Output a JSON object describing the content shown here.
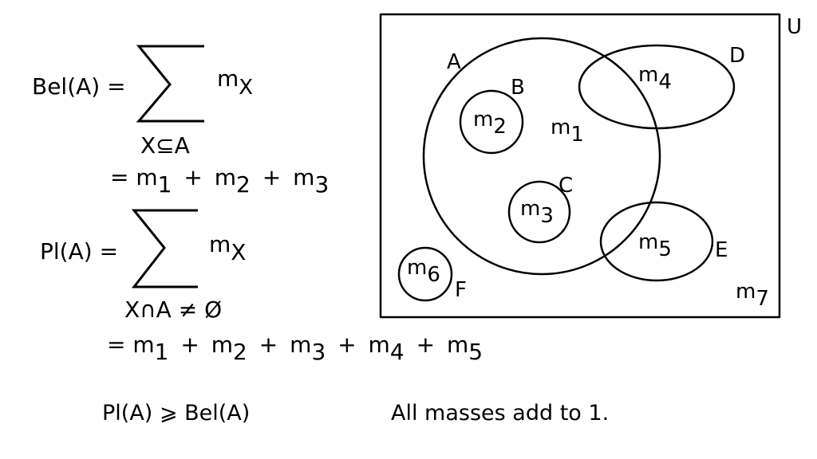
{
  "formulas": {
    "bel": {
      "lhs": "Bel(A) =",
      "summand": "m",
      "summand_sub": "X",
      "condition": "X⊆A",
      "expansion_prefix": "= ",
      "expansion_terms": [
        {
          "base": "m",
          "sub": "1"
        },
        {
          "base": "m",
          "sub": "2"
        },
        {
          "base": "m",
          "sub": "3"
        }
      ],
      "plus": "+"
    },
    "pl": {
      "lhs": "Pl(A) =",
      "summand": "m",
      "summand_sub": "X",
      "condition": "X∩A ≠ Ø",
      "expansion_prefix": "= ",
      "expansion_terms": [
        {
          "base": "m",
          "sub": "1"
        },
        {
          "base": "m",
          "sub": "2"
        },
        {
          "base": "m",
          "sub": "3"
        },
        {
          "base": "m",
          "sub": "4"
        },
        {
          "base": "m",
          "sub": "5"
        }
      ],
      "plus": "+"
    },
    "inequality": "Pl(A) ⩾  Bel(A)"
  },
  "note": "All masses add to 1.",
  "venn": {
    "universe_label": "U",
    "set_labels": {
      "A": "A",
      "B": "B",
      "C": "C",
      "D": "D",
      "E": "E",
      "F": "F"
    },
    "masses": {
      "m1": {
        "base": "m",
        "sub": "1"
      },
      "m2": {
        "base": "m",
        "sub": "2"
      },
      "m3": {
        "base": "m",
        "sub": "3"
      },
      "m4": {
        "base": "m",
        "sub": "4"
      },
      "m5": {
        "base": "m",
        "sub": "5"
      },
      "m6": {
        "base": "m",
        "sub": "6"
      },
      "m7": {
        "base": "m",
        "sub": "7"
      }
    }
  }
}
